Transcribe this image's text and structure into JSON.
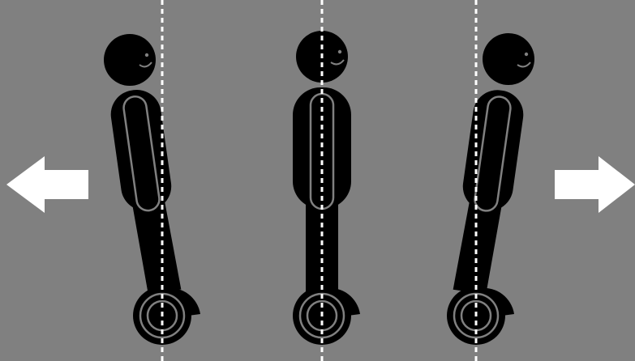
{
  "colors": {
    "background": "#808080",
    "figure": "#000000",
    "outline": "#808080",
    "arrow": "#ffffff",
    "balance_line": "#ffffff"
  },
  "riders": [
    {
      "id": "left",
      "posture": "leaning-back",
      "direction": "reverse"
    },
    {
      "id": "center",
      "posture": "upright",
      "direction": "neutral"
    },
    {
      "id": "right",
      "posture": "leaning-forward",
      "direction": "forward"
    }
  ],
  "arrows": [
    {
      "id": "left",
      "icon": "arrow-left-icon"
    },
    {
      "id": "right",
      "icon": "arrow-right-icon"
    }
  ]
}
